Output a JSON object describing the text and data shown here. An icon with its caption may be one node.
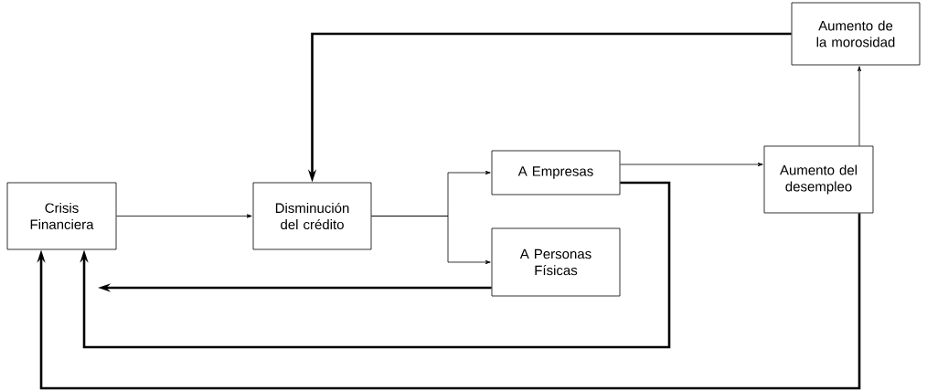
{
  "diagram": {
    "nodes": [
      {
        "text": [
          "Crisis Financiera"
        ]
      },
      {
        "text": [
          "Disminución del crédito"
        ]
      },
      {
        "text": [
          "A Empresas"
        ]
      },
      {
        "text": [
          "A Personas Físicas"
        ]
      },
      {
        "text": [
          "Aumento del desempleo"
        ]
      },
      {
        "text": [
          "Aumento de la morosidad"
        ]
      }
    ],
    "edges": [
      {
        "from": 0,
        "to": 1,
        "arrow": "to"
      },
      {
        "from": 1,
        "to": 2,
        "arrow": "to"
      },
      {
        "from": 1,
        "to": 3,
        "arrow": "to"
      },
      {
        "from": 2,
        "to": 4,
        "arrow": "to"
      },
      {
        "from": 4,
        "to": 5,
        "arrow": "to"
      },
      {
        "from": 5,
        "to": 1,
        "arrow": "to",
        "style": "thick"
      },
      {
        "from": 3,
        "to": null,
        "arrow": "to",
        "style": "thick"
      },
      {
        "from": 2,
        "to": 0,
        "arrow": "to",
        "style": "thick"
      },
      {
        "from": 4,
        "to": 0,
        "arrow": "to",
        "style": "thick"
      }
    ]
  }
}
